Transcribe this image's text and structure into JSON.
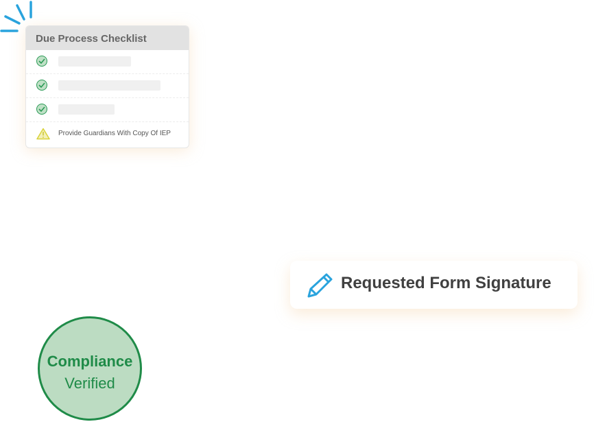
{
  "checklist": {
    "title": "Due Process Checklist",
    "items": [
      {
        "status": "complete"
      },
      {
        "status": "complete"
      },
      {
        "status": "complete"
      },
      {
        "status": "warning",
        "label": "Provide Guardians With Copy Of IEP"
      }
    ]
  },
  "signature": {
    "label": "Requested Form Signature",
    "icon": "pencil-icon"
  },
  "badge": {
    "line1": "Compliance",
    "line2": "Verified"
  },
  "colors": {
    "accent_blue": "#29a3dd",
    "green": "#1f8b48",
    "warning": "#d8d23a"
  }
}
